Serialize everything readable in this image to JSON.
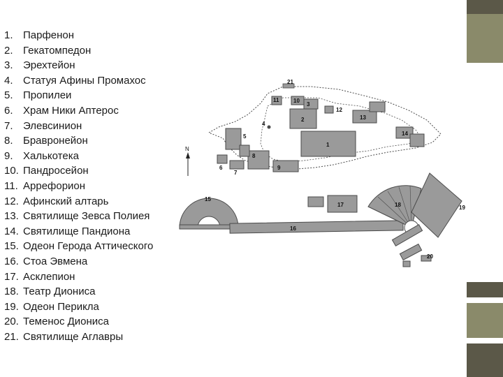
{
  "legend": [
    {
      "num": "1.",
      "label": "Парфенон"
    },
    {
      "num": "2.",
      "label": "Гекатомпедон"
    },
    {
      "num": "3.",
      "label": "Эрехтейон"
    },
    {
      "num": "4.",
      "label": "Статуя Афины Промахос"
    },
    {
      "num": "5.",
      "label": "Пропилеи"
    },
    {
      "num": "6.",
      "label": "Храм Ники Аптерос"
    },
    {
      "num": "7.",
      "label": "Элевсинион"
    },
    {
      "num": "8.",
      "label": "Бравронейон"
    },
    {
      "num": "9.",
      "label": "Халькотека"
    },
    {
      "num": "10.",
      "label": "Пандросейон"
    },
    {
      "num": "11.",
      "label": "Аррефорион"
    },
    {
      "num": "12.",
      "label": "Афинский алтарь"
    },
    {
      "num": "13.",
      "label": "Святилище Зевса Полиея"
    },
    {
      "num": "14.",
      "label": "Святилище Пандиона"
    },
    {
      "num": "15.",
      "label": "Одеон Герода Аттического"
    },
    {
      "num": "16.",
      "label": "Стоа Эвмена"
    },
    {
      "num": "17.",
      "label": "Асклепион"
    },
    {
      "num": "18.",
      "label": "Театр Диониса"
    },
    {
      "num": "19.",
      "label": "Одеон Перикла"
    },
    {
      "num": "20.",
      "label": "Теменос Диониса"
    },
    {
      "num": "21.",
      "label": "Святилище Аглавры"
    }
  ],
  "plan": {
    "north": "N",
    "labels": [
      "1",
      "2",
      "3",
      "4",
      "5",
      "6",
      "7",
      "8",
      "9",
      "10",
      "11",
      "12",
      "13",
      "14",
      "15",
      "16",
      "17",
      "18",
      "19",
      "20",
      "21"
    ]
  },
  "colors": {
    "building": "#9a9a9a",
    "outline": "#4a4a4a",
    "deco_olive": "#8a8a6a",
    "deco_dark": "#5b5848"
  }
}
